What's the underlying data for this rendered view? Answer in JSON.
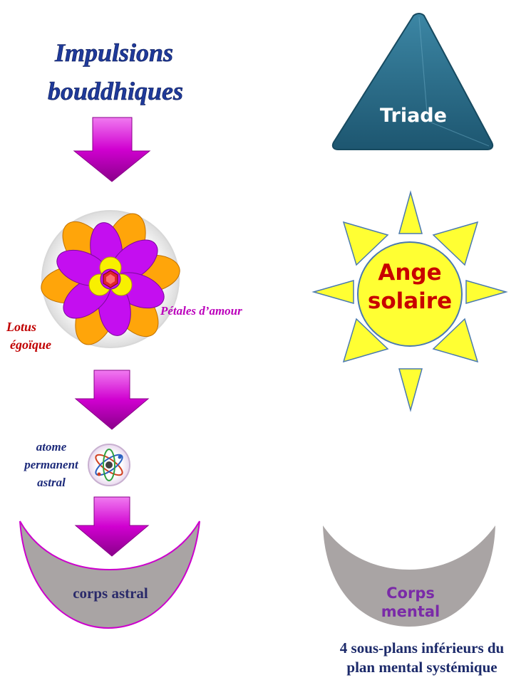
{
  "left_column": {
    "title_line1": "Impulsions",
    "title_line2": "bouddhiques",
    "lotus_label_line1": "Lotus",
    "lotus_label_line2": "égoïque",
    "petals_label": "Pétales d’amour",
    "atom_label_line1": "atome",
    "atom_label_line2": "permanent",
    "atom_label_line3": "astral",
    "astral_body_label": "corps astral"
  },
  "right_column": {
    "triad_label": "Triade",
    "solar_angel_line1": "Ange",
    "solar_angel_line2": "solaire",
    "mental_body_line1": "Corps",
    "mental_body_line2": "mental",
    "footnote_line1": "4 sous-plans inférieurs du",
    "footnote_line2": "plan mental systémique"
  },
  "colors": {
    "title_blue": "#1f3a9a",
    "arrow_magenta": "#cc00cc",
    "triad_teal": "#1f5f77",
    "sun_yellow": "#ffff33",
    "sun_red_text": "#c80000",
    "crescent_gray": "#a9a4a4",
    "mental_purple": "#7a2aa8",
    "lotus_red_text": "#c00000",
    "petals_purple": "#bb00bb",
    "atom_blue": "#1c2a7a",
    "lotus_orange": "#ffa50a",
    "lotus_violet": "#c40ef0",
    "lotus_yellow": "#f8f000",
    "jewel_red": "#e0242e"
  },
  "icons": {
    "arrows": "down-arrow",
    "triad": "triangle",
    "sun": "sun",
    "lotus": "lotus-flower",
    "atom": "atom",
    "crescent": "crescent"
  }
}
